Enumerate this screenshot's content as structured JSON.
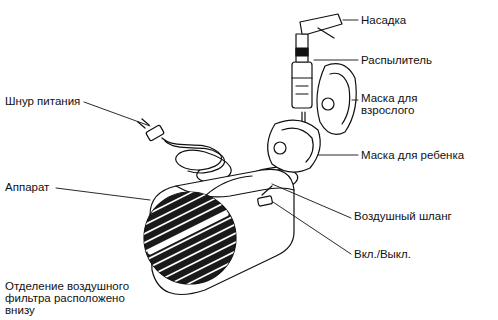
{
  "diagram": {
    "labels": [
      "Насадка",
      "Распылитель",
      "Маска для взрослого",
      "Маска для ребенка",
      "Шнур питания",
      "Аппарат",
      "Воздушный шланг",
      "Вкл./Выкл.",
      "Отделение воздушного фильтра расположено внизу"
    ]
  }
}
